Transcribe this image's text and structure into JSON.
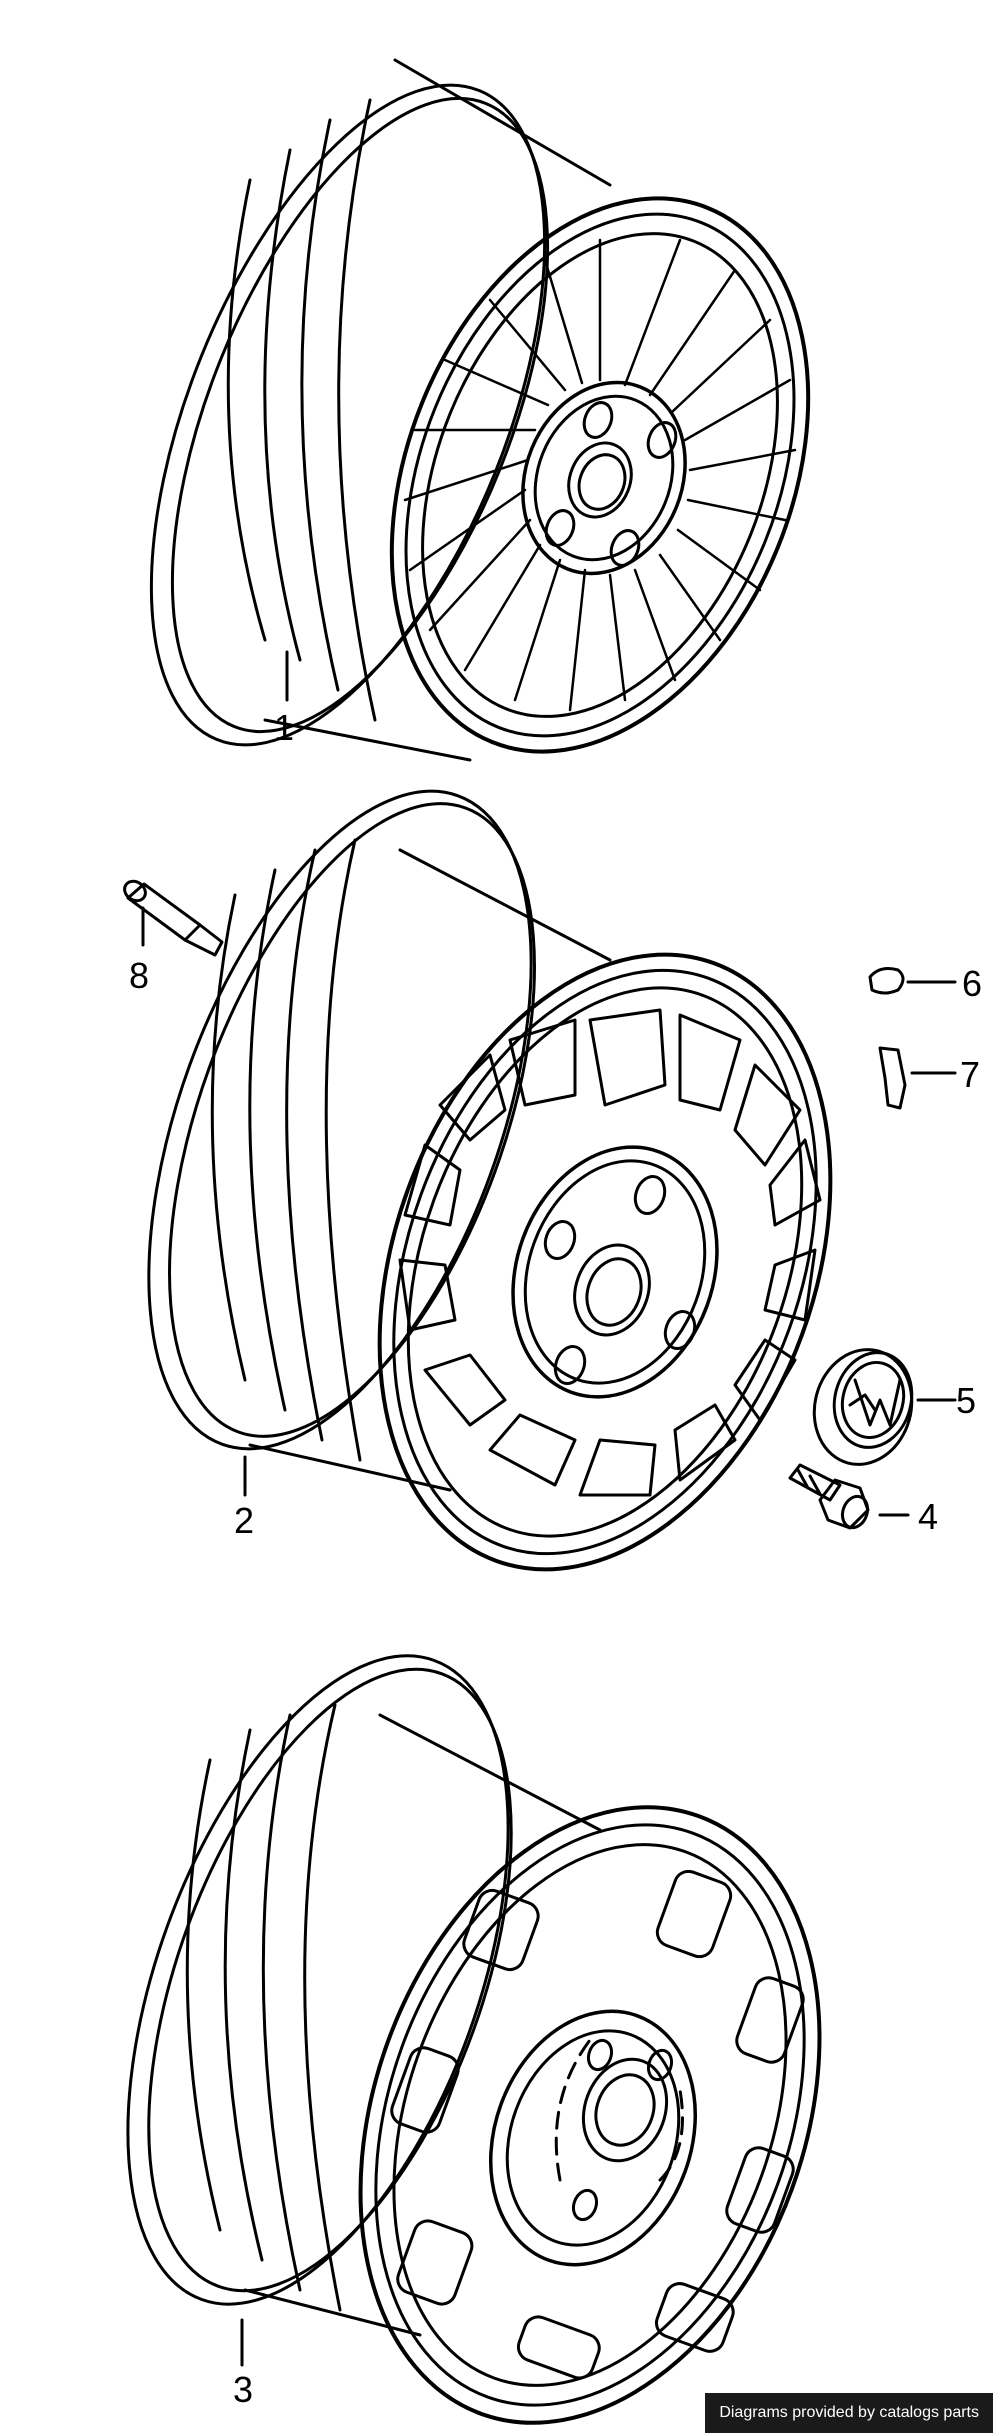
{
  "callouts": [
    {
      "id": "1",
      "label": "1"
    },
    {
      "id": "2",
      "label": "2"
    },
    {
      "id": "3",
      "label": "3"
    },
    {
      "id": "4",
      "label": "4"
    },
    {
      "id": "5",
      "label": "5"
    },
    {
      "id": "6",
      "label": "6"
    },
    {
      "id": "7",
      "label": "7"
    },
    {
      "id": "8",
      "label": "8"
    }
  ],
  "parts": [
    {
      "callout": "1",
      "icon": "lattice-alloy-wheel"
    },
    {
      "callout": "2",
      "icon": "spoked-alloy-wheel"
    },
    {
      "callout": "3",
      "icon": "steel-wheel"
    },
    {
      "callout": "4",
      "icon": "wheel-bolt"
    },
    {
      "callout": "5",
      "icon": "vw-hub-cap"
    },
    {
      "callout": "6",
      "icon": "clip"
    },
    {
      "callout": "7",
      "icon": "balance-weight"
    },
    {
      "callout": "8",
      "icon": "tire-valve"
    }
  ],
  "footer": {
    "credit": "Diagrams provided by catalogs parts"
  }
}
